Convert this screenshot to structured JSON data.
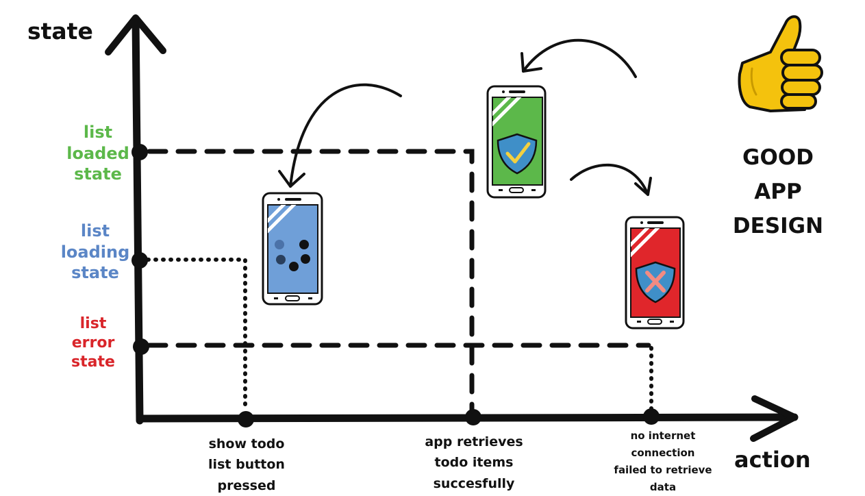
{
  "axes": {
    "y_title": "state",
    "x_title": "action"
  },
  "states": [
    {
      "key": "loaded",
      "lines": [
        "list",
        "loaded",
        "state"
      ],
      "color": "#5cb84a"
    },
    {
      "key": "loading",
      "lines": [
        "list",
        "loading",
        "state"
      ],
      "color": "#5b86c6"
    },
    {
      "key": "error",
      "lines": [
        "list",
        "error",
        "state"
      ],
      "color": "#d9252a"
    }
  ],
  "actions": [
    {
      "lines": [
        "show todo",
        "list button",
        "pressed"
      ]
    },
    {
      "lines": [
        "app retrieves",
        "todo items",
        "succesfully"
      ]
    },
    {
      "lines": [
        "no internet",
        "connection",
        "failed to retrieve",
        "data"
      ]
    }
  ],
  "title": {
    "lines": [
      "GOOD",
      "APP",
      "DESIGN"
    ]
  },
  "icons": {
    "thumbs_up": "thumbs-up-icon",
    "loading_phone": "phone-loading-icon",
    "success_phone": "phone-success-icon",
    "error_phone": "phone-error-icon"
  },
  "colors": {
    "ink": "#111111",
    "loaded": "#5cb84a",
    "loading": "#5b86c6",
    "error": "#d9252a",
    "thumb": "#f4c20d"
  }
}
